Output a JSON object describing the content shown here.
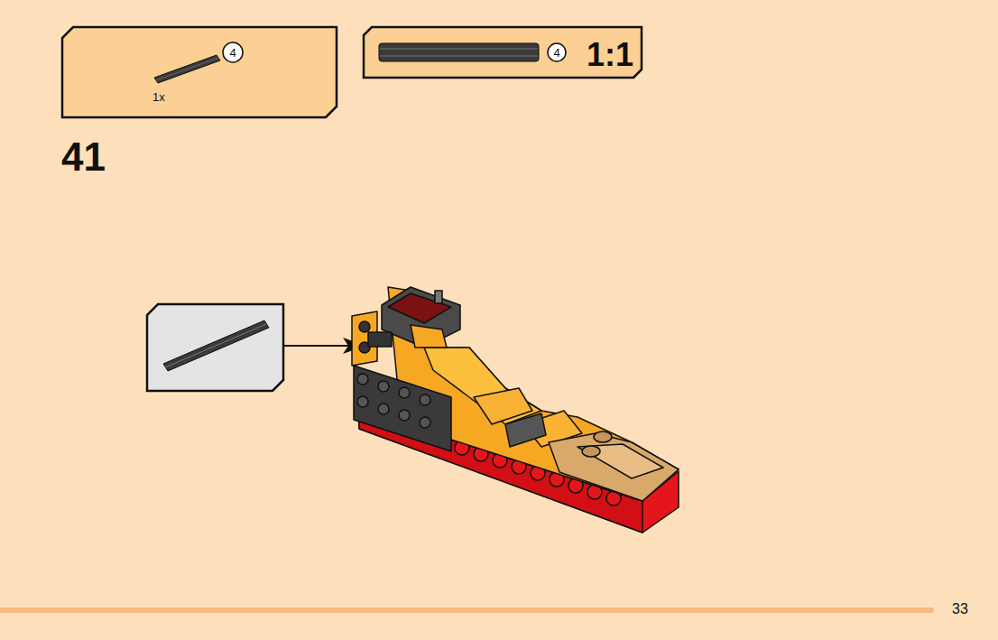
{
  "diagram": {
    "nodes": [
      {
        "text": [
          "1x"
        ]
      },
      {
        "text": [
          "4"
        ],
        "in": 0
      },
      {
        "text": [
          "1:1"
        ]
      },
      {
        "text": [
          "4"
        ],
        "in": 2
      }
    ],
    "labels": [
      "41",
      "33"
    ]
  }
}
